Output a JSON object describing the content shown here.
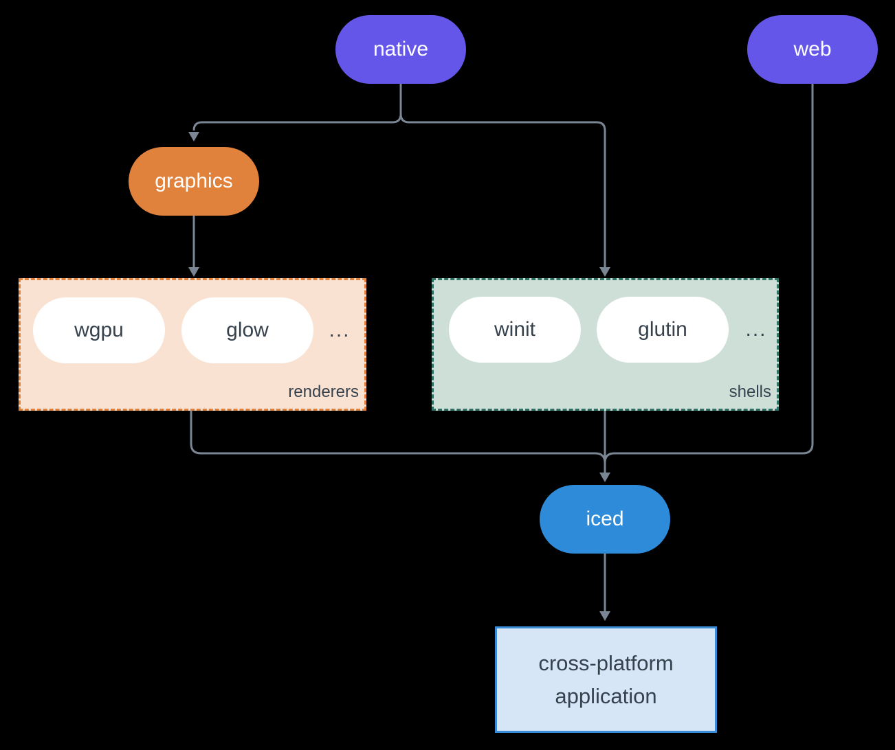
{
  "title": "iced ecosystem diagram",
  "colors": {
    "bg": "#000000",
    "purple": "#6456e8",
    "orange": "#e0813c",
    "blue": "#2d8bd9",
    "peach": "#f9e2d2",
    "mint": "#cedfd8",
    "teal": "#2e7265",
    "app-fill": "#d6e6f7",
    "app-border": "#3a8bd8",
    "chip-fill": "#ffffff",
    "node-text": "#ffffff",
    "ink": "#36424e",
    "line": "#7a8693"
  },
  "nodes": {
    "native": {
      "label": "native"
    },
    "web": {
      "label": "web"
    },
    "graphics": {
      "label": "graphics"
    },
    "iced": {
      "label": "iced"
    },
    "application": {
      "label": "cross-platform application"
    }
  },
  "groups": {
    "renderers": {
      "label": "renderers",
      "items": [
        "wgpu",
        "glow"
      ],
      "ellipsis": "..."
    },
    "shells": {
      "label": "shells",
      "items": [
        "winit",
        "glutin"
      ],
      "ellipsis": "..."
    }
  },
  "edges": [
    {
      "from": "native",
      "to": "graphics"
    },
    {
      "from": "native",
      "to": "shells"
    },
    {
      "from": "graphics",
      "to": "renderers"
    },
    {
      "from": "renderers",
      "to": "iced"
    },
    {
      "from": "shells",
      "to": "iced"
    },
    {
      "from": "web",
      "to": "iced"
    },
    {
      "from": "iced",
      "to": "application"
    }
  ]
}
